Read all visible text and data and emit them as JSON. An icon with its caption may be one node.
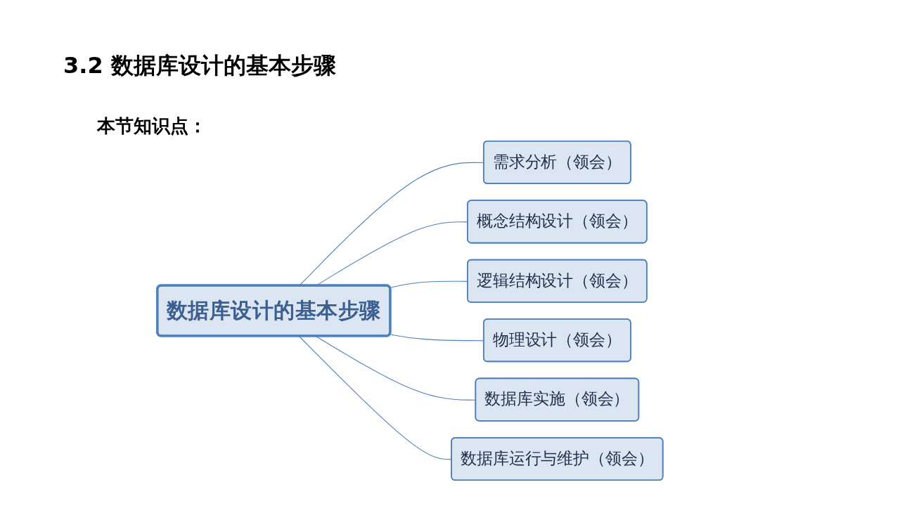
{
  "diagram": {
    "title": "3.2 数据库设计的基本步骤",
    "nodes": [
      {
        "text": [
          "数据库设计的基本步骤"
        ]
      },
      {
        "text": [
          "需求分析（领会）"
        ]
      },
      {
        "text": [
          "概念结构设计（领会）"
        ]
      },
      {
        "text": [
          "逻辑结构设计（领会）"
        ]
      },
      {
        "text": [
          "物理设计（领会）"
        ]
      },
      {
        "text": [
          "数据库实施（领会）"
        ]
      },
      {
        "text": [
          "数据库运行与维护（领会）"
        ]
      }
    ],
    "edges": [
      {
        "from": 0,
        "to": 1,
        "arrow": "none"
      },
      {
        "from": 0,
        "to": 2,
        "arrow": "none"
      },
      {
        "from": 0,
        "to": 3,
        "arrow": "none"
      },
      {
        "from": 0,
        "to": 4,
        "arrow": "none"
      },
      {
        "from": 0,
        "to": 5,
        "arrow": "none"
      },
      {
        "from": 0,
        "to": 6,
        "arrow": "none"
      }
    ],
    "labels": [
      "本节知识点："
    ]
  }
}
